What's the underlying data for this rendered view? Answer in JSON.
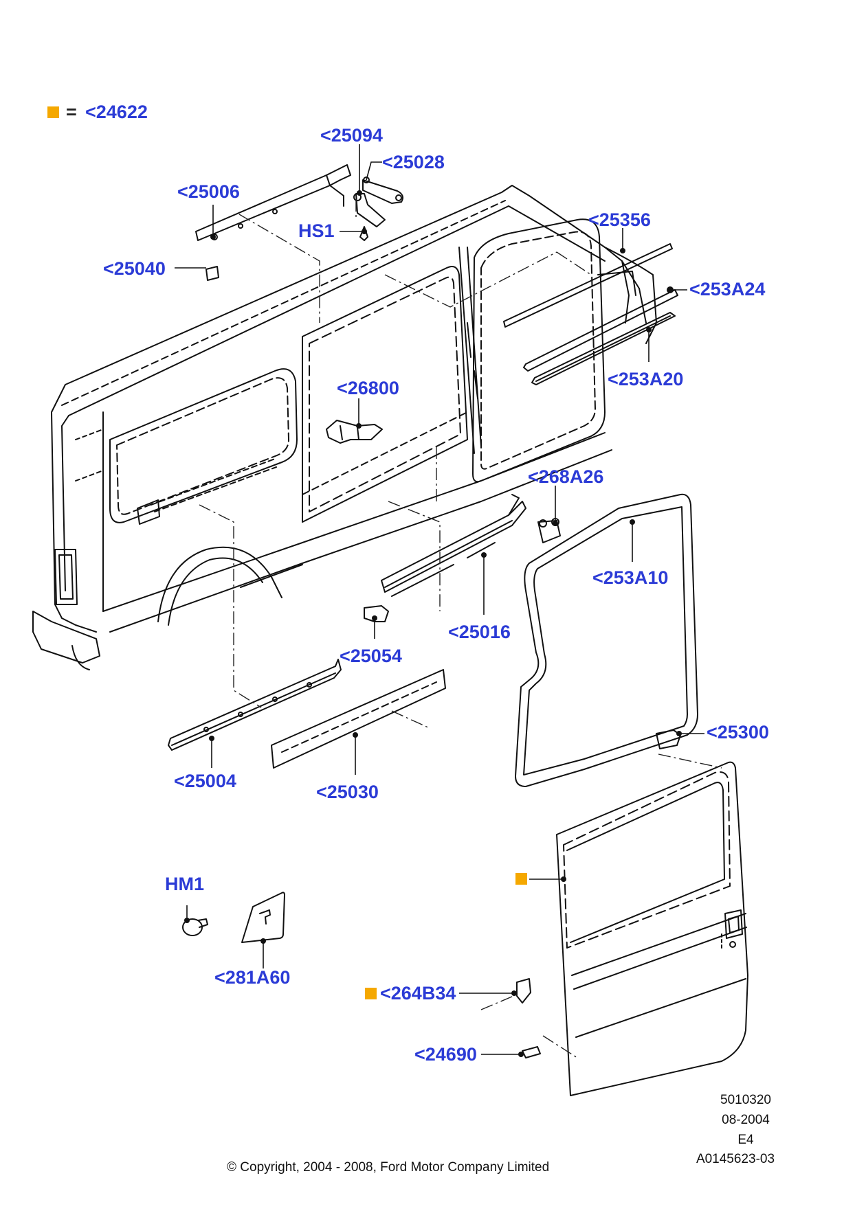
{
  "legend": {
    "marker_color": "#f5a800",
    "equals": "=",
    "ref": "<24622"
  },
  "callouts": {
    "c25094": "<25094",
    "c25028": "<25028",
    "c25006": "<25006",
    "hs1": "HS1",
    "c25040": "<25040",
    "c25356": "<25356",
    "c253A24": "<253A24",
    "c253A20": "<253A20",
    "c26800": "<26800",
    "c268A26": "<268A26",
    "c253A10": "<253A10",
    "c25016": "<25016",
    "c25054": "<25054",
    "c25300": "<25300",
    "c25004": "<25004",
    "c25030": "<25030",
    "hm1": "HM1",
    "c281A60": "<281A60",
    "c264B34": "<264B34",
    "c24690": "<24690"
  },
  "colors": {
    "callout": "#2b3bd6",
    "marker": "#f5a800",
    "line": "#111111"
  },
  "footer": {
    "part_no": "5010320",
    "date": "08-2004",
    "rev": "E4",
    "drawing_id": "A0145623-03",
    "copyright": "© Copyright, 2004 - 2008, Ford Motor Company Limited"
  }
}
